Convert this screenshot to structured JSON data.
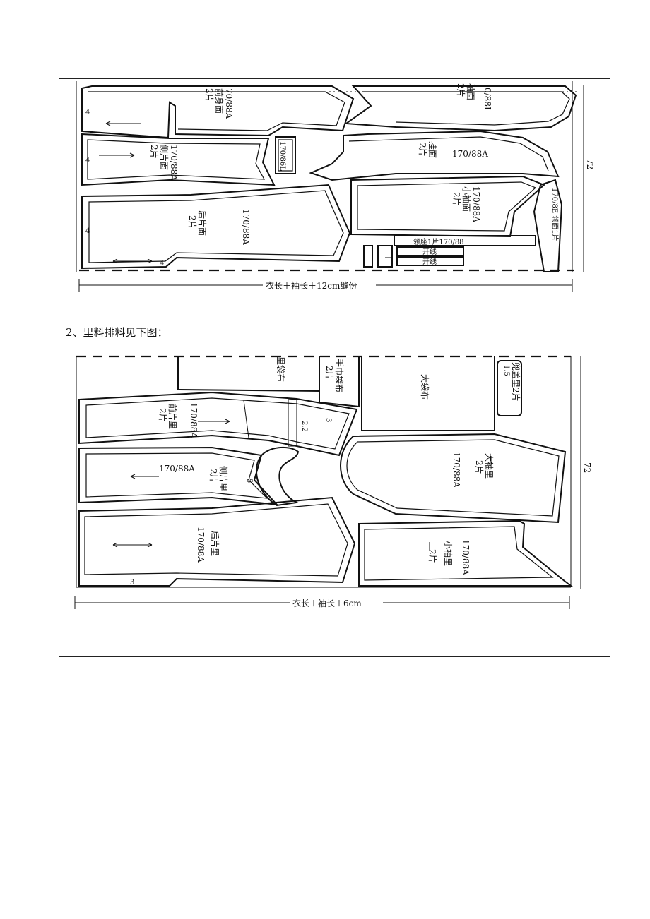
{
  "caption": "2、里料排料见下图：",
  "shell": {
    "width_label": "衣长＋袖长＋12cm缝份",
    "height_label": "72",
    "pieces": {
      "front_face": [
        "70/88A",
        "前身面",
        "2片"
      ],
      "side_face": [
        "170/88A",
        "侧片面",
        "2片"
      ],
      "back_face": [
        "170/88A",
        "后片面",
        "2片"
      ],
      "big_sleeve_face": [
        "0/88L",
        "袖面",
        "2片"
      ],
      "facing": [
        "170/88A",
        "挂面",
        "2片"
      ],
      "small_sleeve_face": [
        "170/88A",
        "小袖面",
        "2片"
      ],
      "pocket_flap": "170/86L",
      "collar_stand": "领座1片170/88",
      "welt_1": "开线",
      "welt_2": "开线",
      "collar_face": "170/8E 领面1片",
      "seam_marks": [
        "4",
        "4",
        "4",
        "4"
      ]
    }
  },
  "lining": {
    "width_label": "衣长＋袖长＋6cm",
    "height_label": "72",
    "pieces": {
      "pocket_bag_lining": "里袋布",
      "hanky_pocket": [
        "手巾袋布",
        "2片"
      ],
      "big_pocket": "大袋布",
      "flap_lining": "兜盖里2片",
      "front_lining": [
        "170/88A",
        "前片里",
        "2片"
      ],
      "side_lining": [
        "170/88A",
        "侧片里",
        "2片"
      ],
      "back_lining": [
        "170/88A",
        "后片里"
      ],
      "big_sleeve_lining": [
        "170/88A",
        "大袖里",
        "2片"
      ],
      "small_sleeve_lining": [
        "170/88A",
        "小袖里",
        "2片"
      ],
      "marks": [
        "3",
        "2.2",
        "5",
        "3",
        "1.5"
      ]
    }
  }
}
